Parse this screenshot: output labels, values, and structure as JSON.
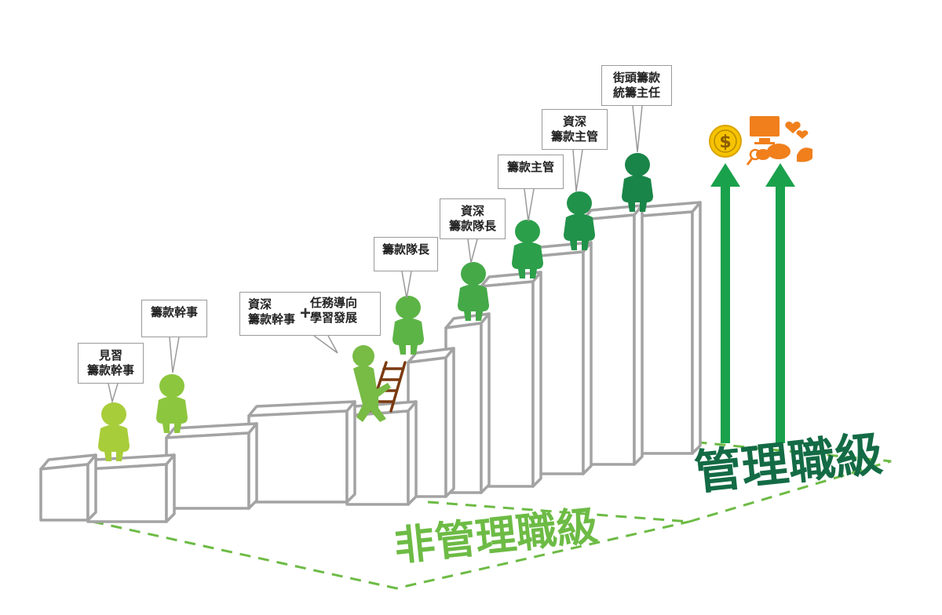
{
  "roles": [
    {
      "id": "trainee",
      "text": "見習\n籌款幹事",
      "color": "#a8cd3a"
    },
    {
      "id": "officer",
      "text": "籌款幹事",
      "color": "#8cc63e"
    },
    {
      "id": "senior-officer",
      "text": "資深\n籌款幹事",
      "color": "#78bb45"
    },
    {
      "id": "task-learning",
      "text": "任務導向\n學習發展"
    },
    {
      "id": "team-leader",
      "text": "籌款隊長",
      "color": "#5db446"
    },
    {
      "id": "senior-team-leader",
      "text": "資深\n籌款隊長",
      "color": "#45a948"
    },
    {
      "id": "supervisor",
      "text": "籌款主管",
      "color": "#2b9f4a"
    },
    {
      "id": "senior-supervisor",
      "text": "資深\n籌款主管",
      "color": "#21924a"
    },
    {
      "id": "street-director",
      "text": "街頭籌款\n統籌主任",
      "color": "#1a8548"
    }
  ],
  "plus_sign": "+",
  "labels": {
    "non_management": "非管理職級",
    "management": "管理職級"
  },
  "icons": {
    "coin": "dollar-coin-icon",
    "coin_symbol": "$",
    "communication": "computer-chat-icon"
  },
  "colors": {
    "stairs_stroke": "#a3a3a3",
    "dash_line": "#6dbb45",
    "arrow": "#1aa14c",
    "ladder": "#7b3a10",
    "coin": "#f6c300",
    "orange": "#f07f1c"
  }
}
